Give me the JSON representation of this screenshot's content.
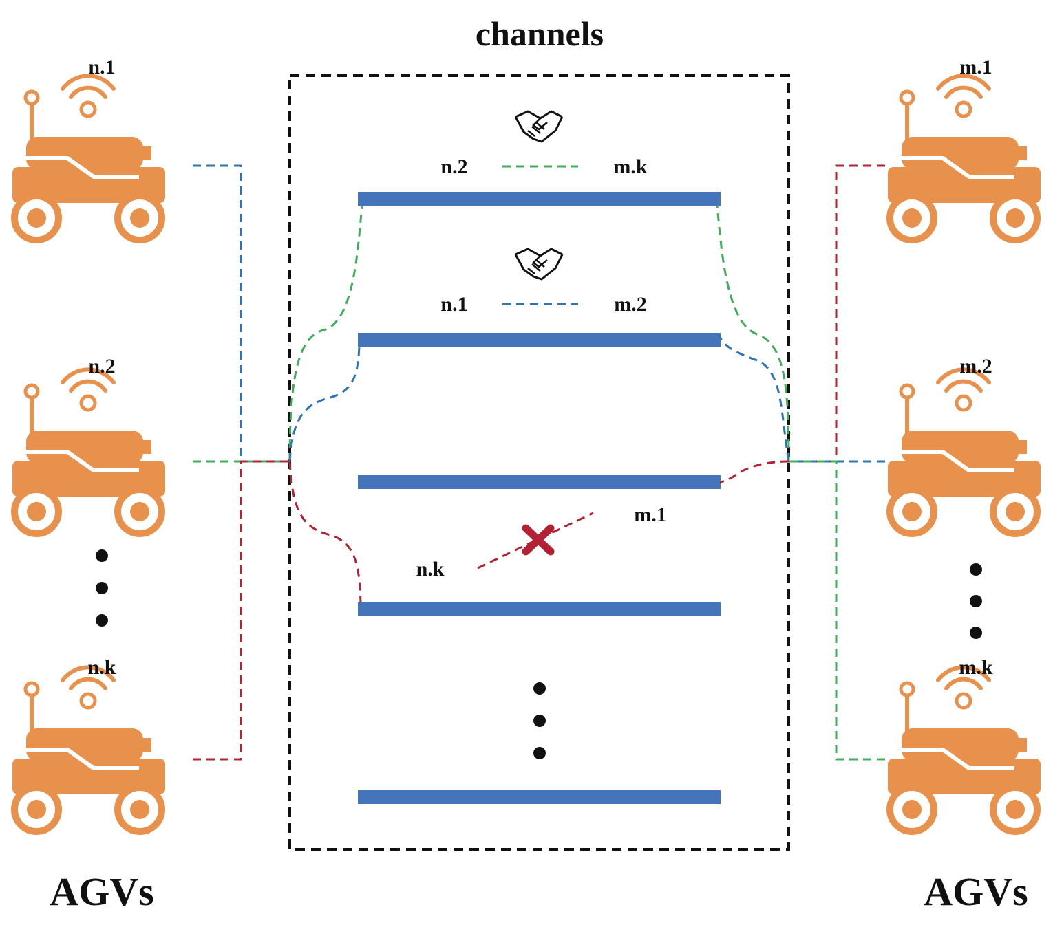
{
  "title": "channels",
  "left_group_label": "AGVs",
  "right_group_label": "AGVs",
  "left_agvs": [
    "n.1",
    "n.2",
    "n.k"
  ],
  "right_agvs": [
    "m.1",
    "m.2",
    "m.k"
  ],
  "pairs": [
    {
      "left": "n.2",
      "right": "m.k",
      "color": "#3fad5a",
      "status": "handshake",
      "icon": "handshake-icon"
    },
    {
      "left": "n.1",
      "right": "m.2",
      "color": "#2e74b5",
      "status": "handshake",
      "icon": "handshake-icon"
    },
    {
      "left": "n.k",
      "right": "m.1",
      "color": "#b22234",
      "status": "failed",
      "icon": "cross-icon"
    }
  ],
  "colors": {
    "agv": "#e8914d",
    "channel_bar": "#4674bb",
    "green_link": "#3fad5a",
    "blue_link": "#2e74b5",
    "red_link": "#b22234",
    "frame": "#111111"
  }
}
